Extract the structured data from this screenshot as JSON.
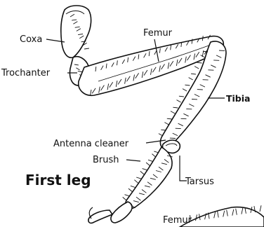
{
  "diagram": {
    "title": "First leg",
    "labels": {
      "coxa": "Coxa",
      "trochanter": "Trochanter",
      "femur": "Femur",
      "tibia": "Tibia",
      "antenna_cleaner": "Antenna cleaner",
      "brush": "Brush",
      "tarsus": "Tarsus",
      "femur_second": "Femur"
    }
  }
}
